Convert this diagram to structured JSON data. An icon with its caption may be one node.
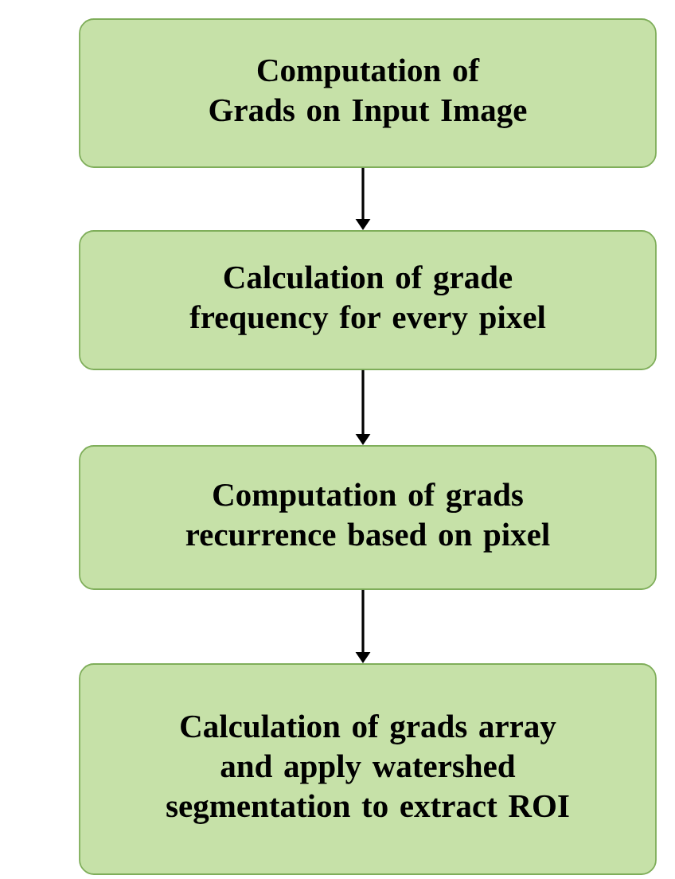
{
  "diagram": {
    "nodes": [
      {
        "text": [
          "Computation of Grads on Input Image"
        ]
      },
      {
        "text": [
          "Calculation of grade frequency for every pixel"
        ]
      },
      {
        "text": [
          "Computation of grads recurrence based on pixel"
        ]
      },
      {
        "text": [
          "Calculation of grads array and apply watershed segmentation to extract ROI"
        ]
      }
    ],
    "edges": [
      {
        "from": 0,
        "to": 1,
        "arrow": "to"
      },
      {
        "from": 1,
        "to": 2,
        "arrow": "to"
      },
      {
        "from": 2,
        "to": 3,
        "arrow": "to"
      }
    ]
  }
}
